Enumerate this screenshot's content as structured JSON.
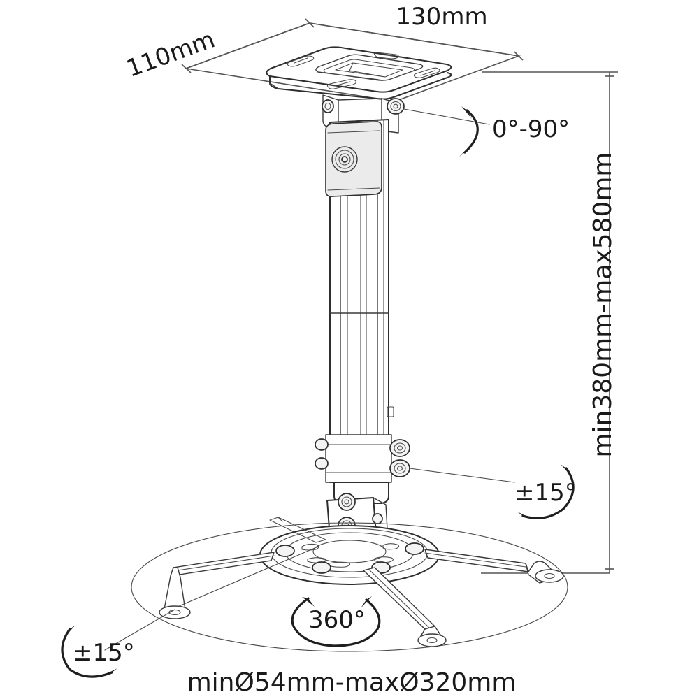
{
  "drawing": {
    "title": "Projector ceiling mount dimensioned technical drawing",
    "line_color": "#2e2e2e",
    "background_color": "#ffffff",
    "dimensions": {
      "plate_depth": "110mm",
      "plate_width": "130mm",
      "drop_height": "min380mm-max580mm",
      "bracket_span": "minØ54mm-maxØ320mm"
    },
    "angles": {
      "swivel_head": "0°-90°",
      "tilt_upper": "±15°",
      "tilt_lower": "±15°",
      "rotation": "360°"
    }
  }
}
